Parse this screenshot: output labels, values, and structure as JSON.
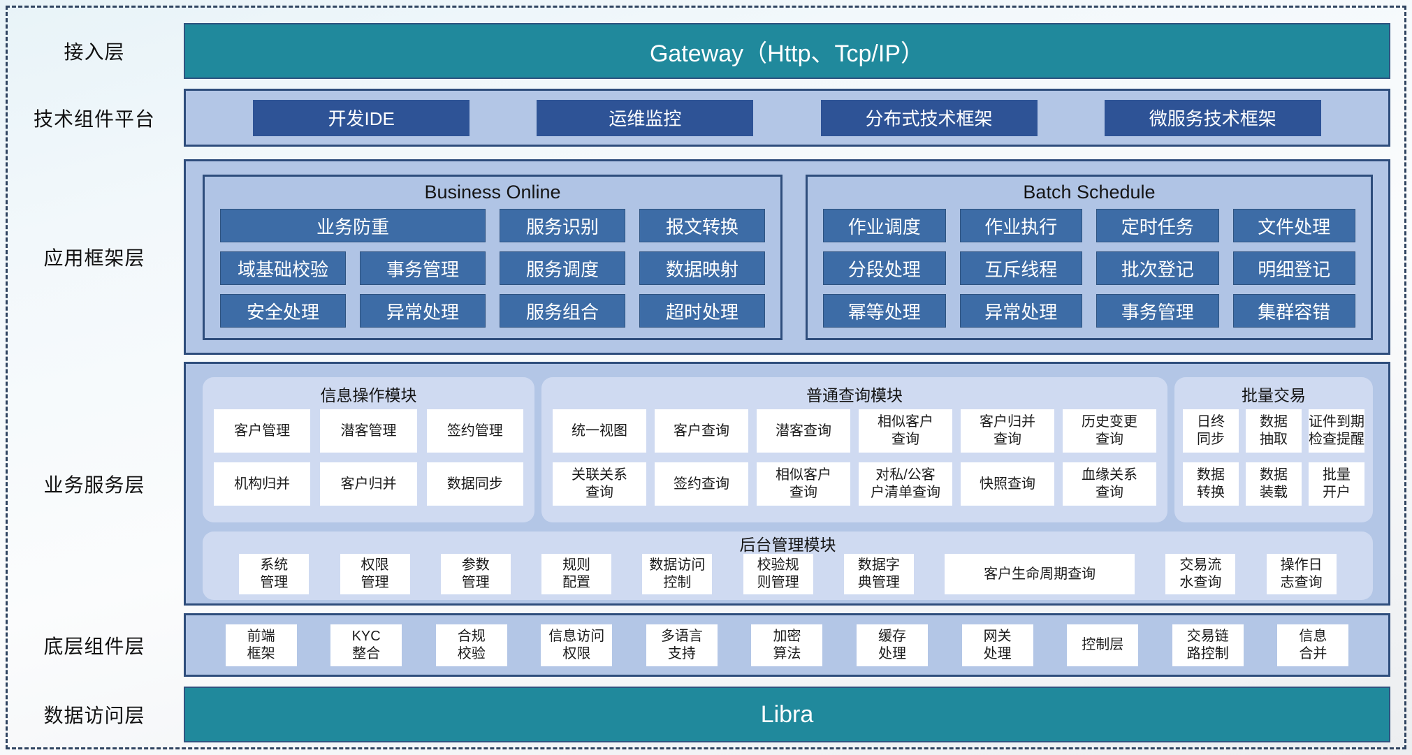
{
  "colors": {
    "teal": "#20899c",
    "box_fill": "#b3c6e6",
    "box_border": "#2e4d7c",
    "dark_button": "#2e5396",
    "steel_button": "#3d6ca6",
    "panel_light": "#cfdaf1"
  },
  "access": {
    "label": "接入层",
    "gateway": "Gateway（Http、Tcp/IP）"
  },
  "tech": {
    "label": "技术组件平台",
    "items": [
      "开发IDE",
      "运维监控",
      "分布式技术框架",
      "微服务技术框架"
    ]
  },
  "appfw": {
    "label": "应用框架层",
    "business_online": {
      "title": "Business Online",
      "row1": [
        "业务防重",
        "服务识别",
        "报文转换"
      ],
      "row2": [
        "域基础校验",
        "事务管理",
        "服务调度",
        "数据映射"
      ],
      "row3": [
        "安全处理",
        "异常处理",
        "服务组合",
        "超时处理"
      ]
    },
    "batch_schedule": {
      "title": "Batch Schedule",
      "row1": [
        "作业调度",
        "作业执行",
        "定时任务",
        "文件处理"
      ],
      "row2": [
        "分段处理",
        "互斥线程",
        "批次登记",
        "明细登记"
      ],
      "row3": [
        "幂等处理",
        "异常处理",
        "事务管理",
        "集群容错"
      ]
    }
  },
  "bizsvc": {
    "label": "业务服务层",
    "info_module": {
      "title": "信息操作模块",
      "items": [
        "客户管理",
        "潜客管理",
        "签约管理",
        "机构归并",
        "客户归并",
        "数据同步"
      ]
    },
    "query_module": {
      "title": "普通查询模块",
      "items": [
        "统一视图",
        "客户查询",
        "潜客查询",
        "相似客户\n查询",
        "客户归并\n查询",
        "历史变更\n查询",
        "关联关系\n查询",
        "签约查询",
        "相似客户\n查询",
        "对私/公客\n户清单查询",
        "快照查询",
        "血缘关系\n查询"
      ]
    },
    "batch_module": {
      "title": "批量交易",
      "items": [
        "日终\n同步",
        "数据\n抽取",
        "证件到期\n检查提醒",
        "数据\n转换",
        "数据\n装载",
        "批量\n开户"
      ]
    },
    "admin_module": {
      "title": "后台管理模块",
      "items": [
        "系统\n管理",
        "权限\n管理",
        "参数\n管理",
        "规则\n配置",
        "数据访问\n控制",
        "校验规\n则管理",
        "数据字\n典管理",
        "客户生命周期查询",
        "交易流\n水查询",
        "操作日\n志查询"
      ]
    }
  },
  "bottom": {
    "label": "底层组件层",
    "items": [
      "前端\n框架",
      "KYC\n整合",
      "合规\n校验",
      "信息访问\n权限",
      "多语言\n支持",
      "加密\n算法",
      "缓存\n处理",
      "网关\n处理",
      "控制层",
      "交易链\n路控制",
      "信息\n合并"
    ]
  },
  "dataaccess": {
    "label": "数据访问层",
    "bar": "Libra"
  }
}
